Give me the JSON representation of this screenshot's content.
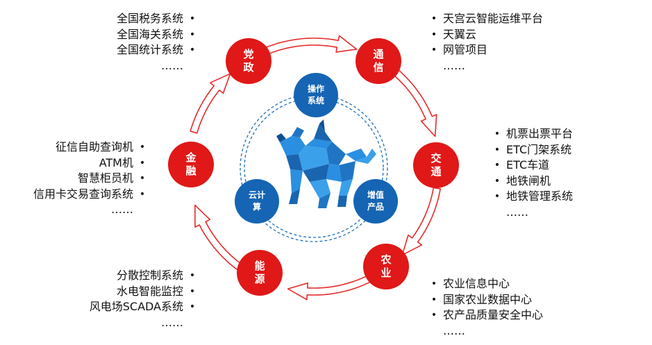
{
  "center_nodes": [
    {
      "id": "os",
      "lines": [
        "操作",
        "系统"
      ],
      "color": "#1565b4"
    },
    {
      "id": "cloud",
      "lines": [
        "云计",
        "算"
      ],
      "color": "#1565b4"
    },
    {
      "id": "vas",
      "lines": [
        "增值",
        "产品"
      ],
      "color": "#1565b4"
    }
  ],
  "ring_nodes": [
    {
      "id": "party",
      "lines": [
        "党",
        "政"
      ],
      "color": "#e01818"
    },
    {
      "id": "telecom",
      "lines": [
        "通",
        "信"
      ],
      "color": "#e01818"
    },
    {
      "id": "transport",
      "lines": [
        "交",
        "通"
      ],
      "color": "#e01818"
    },
    {
      "id": "agriculture",
      "lines": [
        "农",
        "业"
      ],
      "color": "#e01818"
    },
    {
      "id": "energy",
      "lines": [
        "能",
        "源"
      ],
      "color": "#e01818"
    },
    {
      "id": "finance",
      "lines": [
        "金",
        "融"
      ],
      "color": "#e01818"
    }
  ],
  "lists": {
    "party": [
      "全国税务系统",
      "全国海关系统",
      "全国统计系统"
    ],
    "telecom": [
      "天宫云智能运维平台",
      "天翼云",
      "网管项目"
    ],
    "transport": [
      "机票出票平台",
      "ETC门架系统",
      "ETC车道",
      "地铁闸机",
      "地铁管理系统"
    ],
    "agriculture": [
      "农业信息中心",
      "国家农业数据中心",
      "农产品质量安全中心"
    ],
    "energy": [
      "分散控制系统",
      "水电智能监控",
      "风电场SCADA系统"
    ],
    "finance": [
      "征信自助查询机",
      "ATM机",
      "智慧柜员机",
      "信用卡交易查询系统"
    ]
  },
  "ellipsis": "……",
  "bullet": "•",
  "colors": {
    "arrow_stroke": "#e62a2a",
    "ring_dash": "#1f6fb8",
    "bull": "#1e7fd0"
  },
  "icons": {
    "center": "bull-icon"
  }
}
